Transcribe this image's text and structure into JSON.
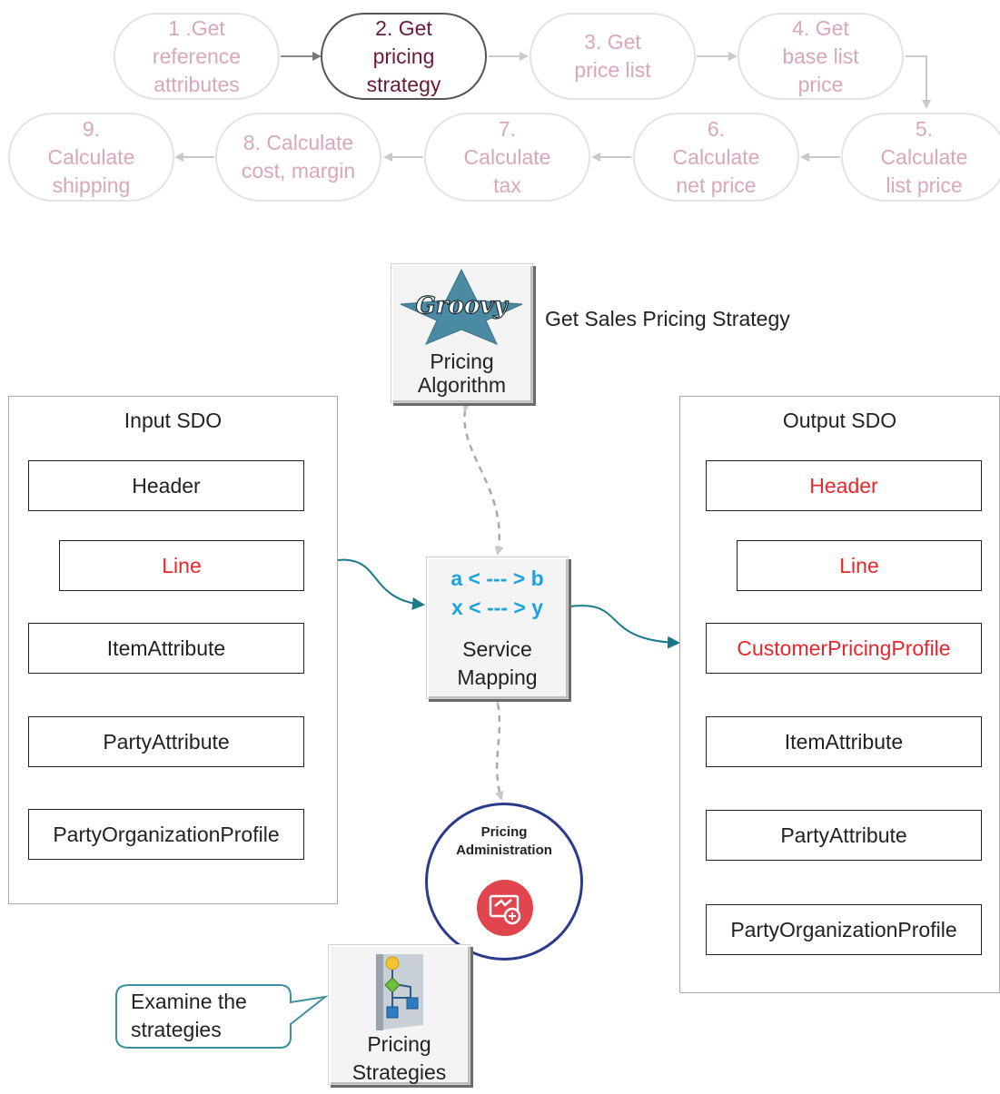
{
  "flow": {
    "steps": [
      {
        "label": "1 .Get\nreference\nattributes",
        "active": false
      },
      {
        "label": "2. Get\npricing\nstrategy",
        "active": true
      },
      {
        "label": "3. Get\nprice list",
        "active": false
      },
      {
        "label": "4. Get\nbase list\nprice",
        "active": false
      },
      {
        "label": "5.\nCalculate\nlist price",
        "active": false
      },
      {
        "label": "6.\nCalculate\nnet price",
        "active": false
      },
      {
        "label": "7.\nCalculate\ntax",
        "active": false
      },
      {
        "label": "8. Calculate\ncost, margin",
        "active": false
      },
      {
        "label": "9.\nCalculate\nshipping",
        "active": false
      }
    ]
  },
  "algorithm": {
    "logo_text": "Groovy",
    "label": "Pricing\nAlgorithm",
    "caption": "Get Sales Pricing Strategy"
  },
  "input_sdo": {
    "title": "Input SDO",
    "fields": [
      {
        "label": "Header",
        "highlight": false
      },
      {
        "label": "Line",
        "highlight": true
      },
      {
        "label": "ItemAttribute",
        "highlight": false
      },
      {
        "label": "PartyAttribute",
        "highlight": false
      },
      {
        "label": "PartyOrganizationProfile",
        "highlight": false
      }
    ]
  },
  "output_sdo": {
    "title": "Output SDO",
    "fields": [
      {
        "label": "Header",
        "highlight": true
      },
      {
        "label": "Line",
        "highlight": true
      },
      {
        "label": "CustomerPricingProfile",
        "highlight": true
      },
      {
        "label": "ItemAttribute",
        "highlight": false
      },
      {
        "label": "PartyAttribute",
        "highlight": false
      },
      {
        "label": "PartyOrganizationProfile",
        "highlight": false
      }
    ]
  },
  "mapping": {
    "line1": "a < --- > b",
    "line2": "x < --- > y",
    "label": "Service\nMapping"
  },
  "administration": {
    "label": "Pricing\nAdministration",
    "icon": "pricing-admin-icon"
  },
  "strategies": {
    "label": "Pricing\nStrategies",
    "icon": "hierarchy-icon"
  },
  "callout": {
    "text": "Examine the\nstrategies"
  },
  "colors": {
    "highlight": "#e8262b",
    "inactive_step": "#d9a7b7",
    "active_step": "#6b1a3a",
    "flow_arrow": "#1a7a8c",
    "mapping_text": "#1fa3de",
    "admin_border": "#2a3a8c",
    "admin_icon": "#e0454d",
    "callout_border": "#3a8fa0"
  }
}
